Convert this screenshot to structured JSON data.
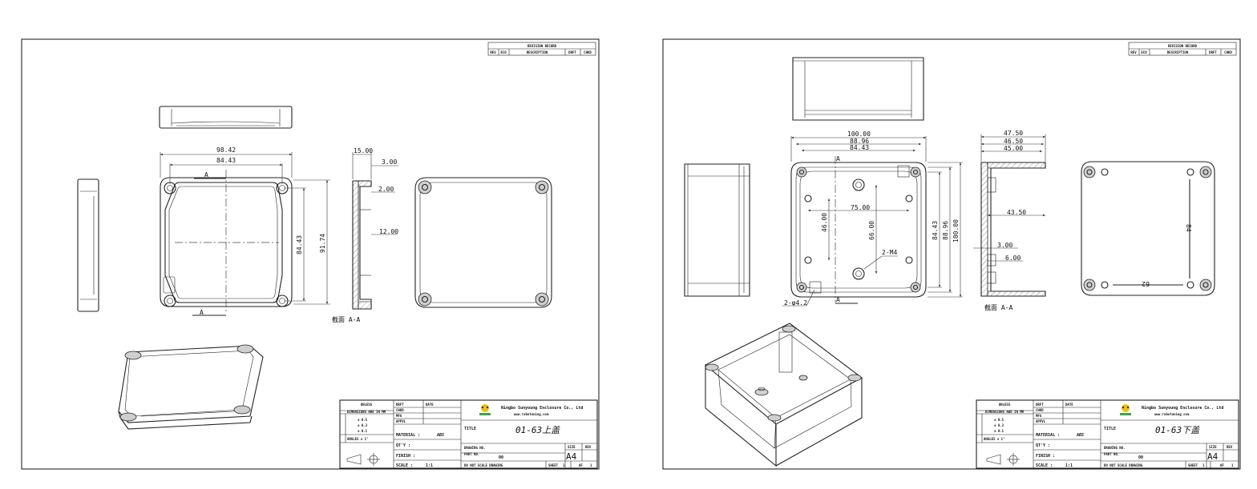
{
  "sheets": [
    {
      "id": "top",
      "revision": {
        "title": "REVISION RECORD",
        "cols": [
          "REV",
          "ECO",
          "DESCRIPTION",
          "DRFT",
          "CHKD"
        ]
      },
      "dims": {
        "width_outer": "98.42",
        "width_inner": "84.43",
        "height_inner": "84.43",
        "height_outer": "91.74",
        "sec_a": "15.00",
        "sec_b": "3.00",
        "sec_c": "2.00",
        "sec_d": "12.00"
      },
      "section_marker": "A",
      "section_label": "截面 A-A",
      "title_block": {
        "company": "Ningbo Sunyoung Enclosure Co., Ltd",
        "website": "www.robotuning.com",
        "title_label": "TITLE",
        "title_value": "01-63上盖",
        "material_label": "MATERIAL :",
        "material_value": "ABS",
        "qty_label": "QT'Y :",
        "finish_label": "FINISH :",
        "scale_label": "SCALE :",
        "scale_value": "1:1",
        "drawing_no_label": "DRAWING NO.",
        "part_no_label": "PART NO.",
        "part_no_value": "00",
        "size_label": "SIZE",
        "rev_label": "REV",
        "size_value": "A4",
        "do_not_scale": "DO NOT SCALE DRAWING",
        "sheet_label": "SHEET",
        "sheet_num": "1",
        "of_label": "OF",
        "of_num": "1",
        "tol_header": "UNLESS",
        "tol_lines": [
          "DIMENSIONS ARE IN MM",
          "± 0.5",
          "± 0.3",
          "± 0.1"
        ],
        "angle": "ANGLES ± 1°",
        "sign_rows": [
          "DRFT",
          "CHKD",
          "MFG",
          "APPVL"
        ],
        "date_label": "DATE"
      }
    },
    {
      "id": "bottom",
      "revision": {
        "title": "REVISION RECORD",
        "cols": [
          "REV",
          "ECO",
          "DESCRIPTION",
          "DRFT",
          "CHKD"
        ]
      },
      "dims": {
        "w100": "100.00",
        "w8896": "88.96",
        "w8443": "84.43",
        "inner75": "75.00",
        "v46": "46.00",
        "v66": "66.00",
        "screw": "2-M4",
        "hole": "2-φ4.2",
        "h8443": "84.43",
        "h8896": "88.96",
        "h100": "100.00",
        "sec4750": "47.50",
        "sec4650": "46.50",
        "sec4500": "45.00",
        "sec4350": "43.50",
        "sec300": "3.00",
        "sec600": "6.00",
        "bv84": "84",
        "bh62": "62"
      },
      "section_marker": "A",
      "section_label": "截面 A-A",
      "title_block": {
        "company": "Ningbo Sunyoung Enclosure Co., Ltd",
        "website": "www.robotuning.com",
        "title_label": "TITLE",
        "title_value": "01-63下盖",
        "material_label": "MATERIAL :",
        "material_value": "ABS",
        "qty_label": "QT'Y :",
        "finish_label": "FINISH :",
        "scale_label": "SCALE :",
        "scale_value": "1:1",
        "drawing_no_label": "DRAWING NO.",
        "part_no_label": "PART NO.",
        "part_no_value": "00",
        "size_label": "SIZE",
        "rev_label": "REV",
        "size_value": "A4",
        "do_not_scale": "DO NOT SCALE DRAWING",
        "sheet_label": "SHEET",
        "sheet_num": "1",
        "of_label": "OF",
        "of_num": "1",
        "tol_header": "UNLESS",
        "tol_lines": [
          "DIMENSIONS ARE IN MM",
          "± 0.5",
          "± 0.3",
          "± 0.1"
        ],
        "angle": "ANGLES ± 1°",
        "sign_rows": [
          "DRFT",
          "CHKD",
          "MFG",
          "APPVL"
        ],
        "date_label": "DATE"
      }
    }
  ]
}
